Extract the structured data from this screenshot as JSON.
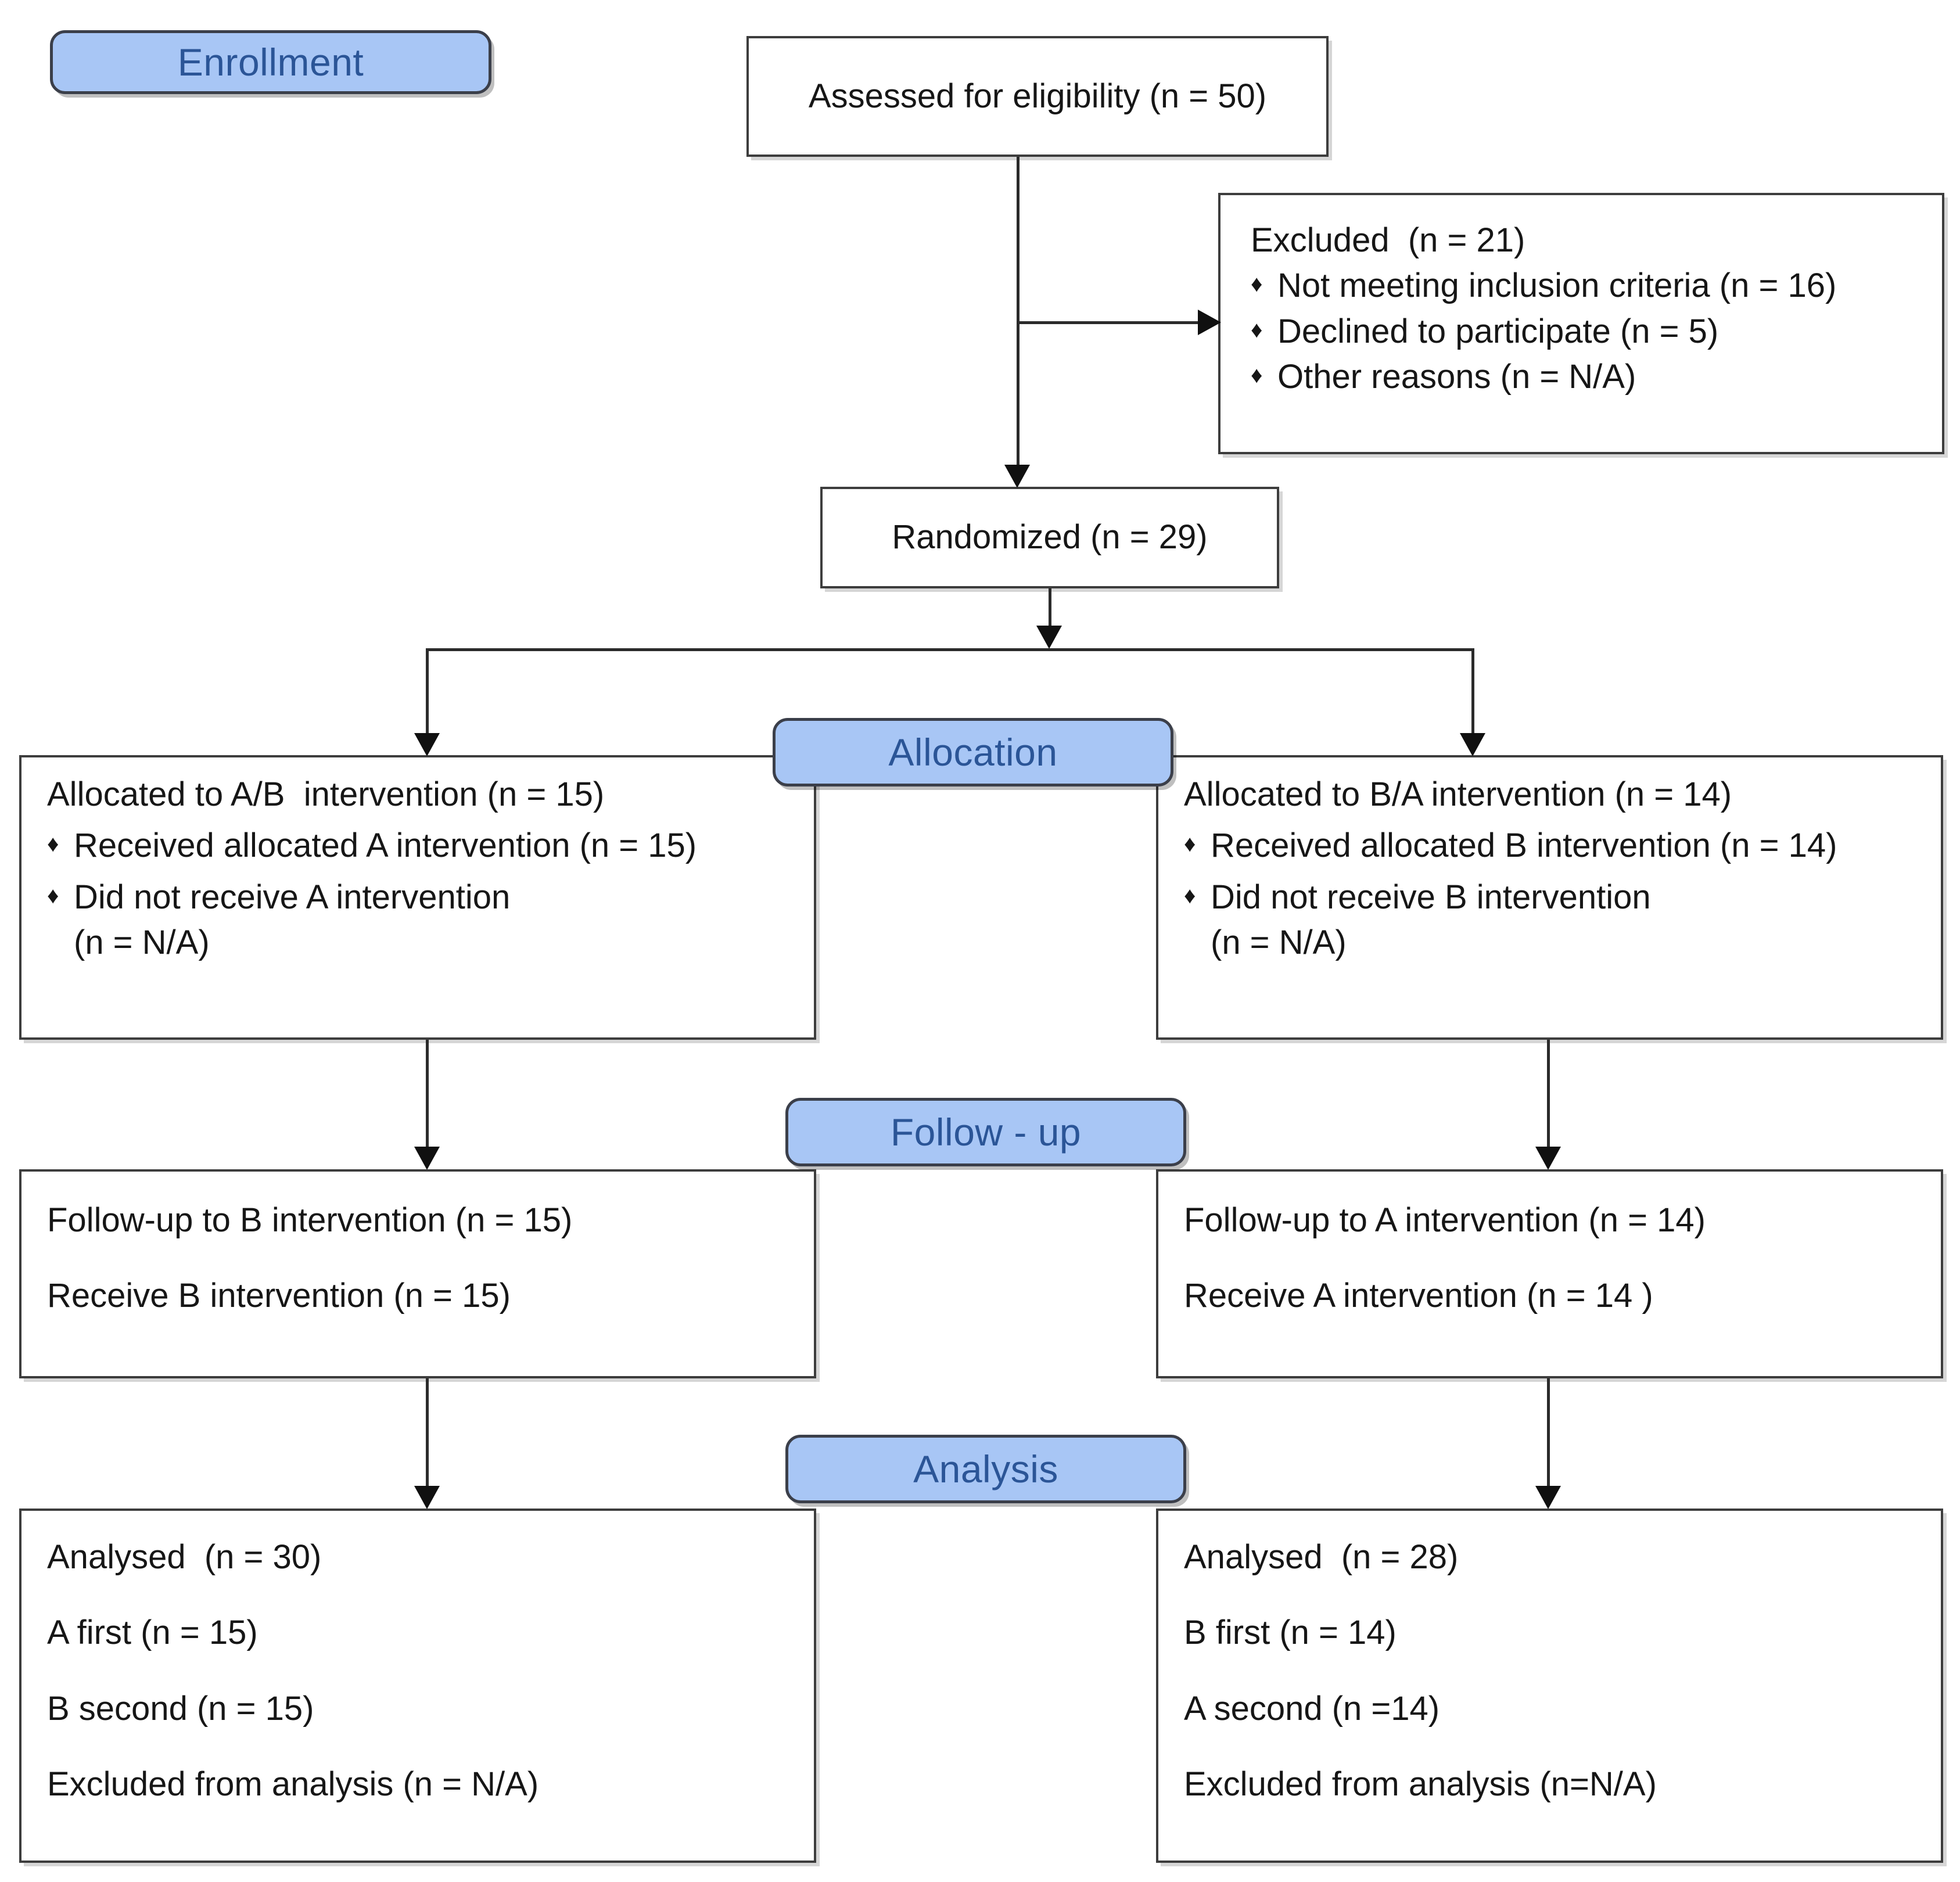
{
  "diagram": {
    "title": "CONSORT participant flow diagram",
    "accent_color": "#a8c6f5",
    "badge_text_color": "#2b5597",
    "box_border_color": "#3d3d3d",
    "bullet_glyph": "♦"
  },
  "stages": {
    "enrollment": "Enrollment",
    "allocation": "Allocation",
    "followup": "Follow - up",
    "analysis": "Analysis"
  },
  "enrollment": {
    "assessed": "Assessed for eligibility (n = 50)",
    "excluded_title": "Excluded  (n = 21)",
    "excluded_reasons": [
      "Not meeting inclusion criteria (n = 16)",
      "Declined to participate (n = 5)",
      "Other reasons (n = N/A)"
    ],
    "randomized": "Randomized (n = 29)"
  },
  "allocation": {
    "left": {
      "heading": "Allocated to A/B  intervention (n = 15)",
      "bullets": [
        "Received allocated A intervention (n = 15)",
        "Did not receive A intervention"
      ],
      "continuation": "(n = N/A)"
    },
    "right": {
      "heading": "Allocated to B/A intervention (n = 14)",
      "bullets": [
        "Received allocated B intervention (n = 14)",
        "Did not receive B intervention"
      ],
      "continuation": "(n = N/A)"
    }
  },
  "followup": {
    "left": {
      "line1": "Follow-up to B intervention (n = 15)",
      "line2": "Receive B intervention (n = 15)"
    },
    "right": {
      "line1": "Follow-up to A intervention (n = 14)",
      "line2": "Receive A intervention (n = 14 )"
    }
  },
  "analysis": {
    "left": {
      "line1": "Analysed  (n = 30)",
      "line2": "A first (n = 15)",
      "line3": "B second (n = 15)",
      "line4": "Excluded from analysis (n = N/A)"
    },
    "right": {
      "line1": "Analysed  (n = 28)",
      "line2": "B first (n = 14)",
      "line3": "A second (n =14)",
      "line4": "Excluded from analysis (n=N/A)"
    }
  }
}
